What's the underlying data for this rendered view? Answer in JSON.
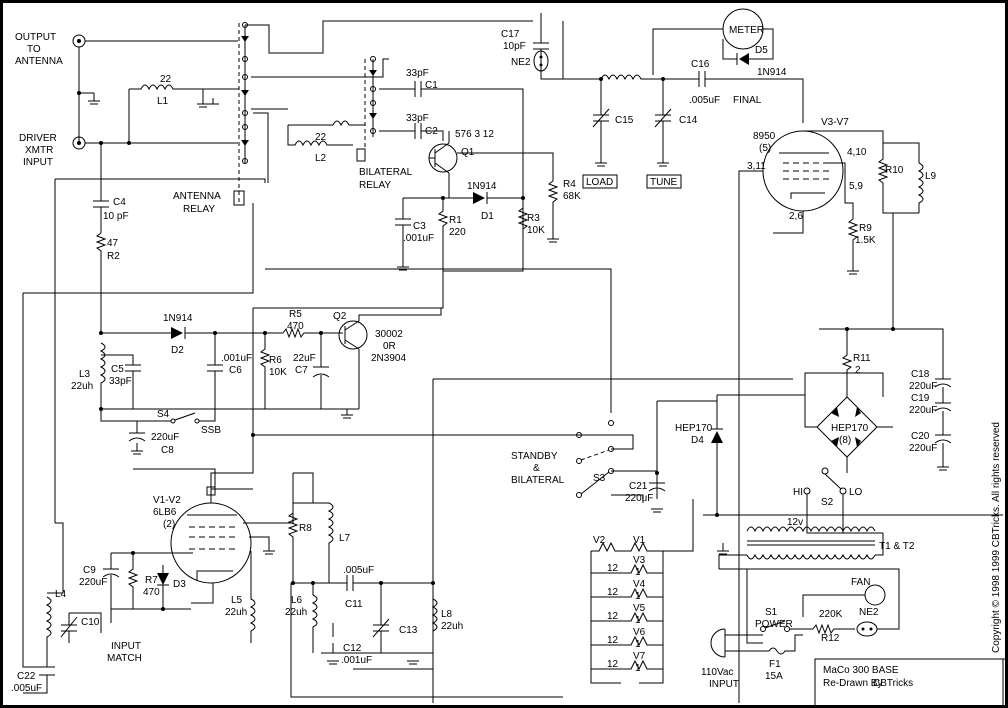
{
  "title_block": {
    "title": "MaCo  300  BASE",
    "redrawn_label": "Re-Drawn By",
    "author": "CBTricks",
    "copyright": "Copyright © 1998  1999   CBTricks.  All rights reserved"
  },
  "connectors": {
    "output": [
      "OUTPUT",
      "TO",
      "ANTENNA"
    ],
    "driver": [
      "DRIVER",
      "XMTR",
      "INPUT"
    ]
  },
  "relays": {
    "antenna": [
      "ANTENNA",
      "RELAY"
    ],
    "bilateral": [
      "BILATERAL",
      "RELAY"
    ]
  },
  "components": {
    "L1": "L1",
    "L1_val": "22",
    "L2": "L2",
    "L2_val": "22",
    "C1": "C1",
    "C1_val": "33pF",
    "C2": "C2",
    "C2_val": "33pF",
    "Q1": "Q1",
    "Q1_type": "576 3 12",
    "D1": "D1",
    "D1_type": "1N914",
    "R1": "R1",
    "R1_val": "220",
    "R3": "R3",
    "R3_val": "10K",
    "R4": "R4",
    "R4_val": "68K",
    "C3": "C3",
    "C3_val": ".001uF",
    "C4": "C4",
    "C4_val": "10 pF",
    "R2": "R2",
    "R2_val": "47",
    "C17": "C17",
    "C17_val": "10pF",
    "NE2": "NE2",
    "METER": "METER",
    "D5": "D5",
    "D5_type": "1N914",
    "C16": "C16",
    "C16_val": ".005uF",
    "C15": "C15",
    "C14": "C14",
    "LOAD": "LOAD",
    "TUNE": "TUNE",
    "FINAL": "FINAL",
    "V3V7": "V3-V7",
    "tube_8950": "8950",
    "tube_5": "(5)",
    "pin_311": "3,11",
    "pin_410": "4,10",
    "pin_59": "5,9",
    "pin_26": "2,6",
    "R10": "R10",
    "L9": "L9",
    "R9": "R9",
    "R9_val": "1.5K",
    "D2": "D2",
    "D2_type": "1N914",
    "R5": "R5",
    "R5_val": "470",
    "Q2": "Q2",
    "Q2_type": [
      "30002",
      "0R",
      "2N3904"
    ],
    "L3": "L3",
    "L3_val": "22uh",
    "C5": "C5",
    "C5_val": "33pF",
    "C6": "C6",
    "C6_val": ".001uF",
    "R6": "R6",
    "R6_val": "10K",
    "C7": "C7",
    "C7_val": "22uF",
    "S4": "S4",
    "SSB": "SSB",
    "C8": "C8",
    "C8_val": "220uF",
    "R11": "R11",
    "R11_val": "2",
    "C18": "C18",
    "C19": "C19",
    "C20": "C20",
    "Cbig_val": "220uF",
    "HEP_bridge": "HEP170",
    "bridge_8": "(8)",
    "D4": "D4",
    "D4_type": "HEP170",
    "S2": "S2",
    "HI": "HI",
    "LO": "LO",
    "S3": "S3",
    "standby": [
      "STANDBY",
      "&",
      "BILATERAL"
    ],
    "C21": "C21",
    "C21_val": "220uF",
    "V1V2": "V1-V2",
    "V1V2_type": "6LB6",
    "V1V2_count": "(2)",
    "R8": "R8",
    "L7": "L7",
    "C9": "C9",
    "C9_val": "220uF",
    "R7": "R7",
    "R7_val": "470",
    "D3": "D3",
    "L5": "L5",
    "L5_val": "22uh",
    "L6": "L6",
    "L6_val": "22uh",
    "C11": "C11",
    "C11_val": ".005uF",
    "C13": "C13",
    "L8": "L8",
    "L8_val": "22uh",
    "C12": "C12",
    "C12_val": ".001uF",
    "L4": "L4",
    "C10": "C10",
    "input_match": [
      "INPUT",
      "MATCH"
    ],
    "C22": "C22",
    "C22_val": ".005uF",
    "T1T2": "T1 & T2",
    "v12": "12v",
    "FAN": "FAN",
    "S1": "S1",
    "POWER": "POWER",
    "R12": "R12",
    "R12_val": "220K",
    "NE2b": "NE2",
    "F1": "F1",
    "F1_val": "15A",
    "ac_input": [
      "110Vac",
      "INPUT"
    ],
    "V2": "V2",
    "V1": "V1"
  },
  "heaters": [
    {
      "tube": "V3",
      "volts": "12",
      "count": "1"
    },
    {
      "tube": "V4",
      "volts": "12",
      "count": "1"
    },
    {
      "tube": "V5",
      "volts": "12",
      "count": "1"
    },
    {
      "tube": "V6",
      "volts": "12",
      "count": "1"
    },
    {
      "tube": "V7",
      "volts": "12",
      "count": "1"
    }
  ]
}
